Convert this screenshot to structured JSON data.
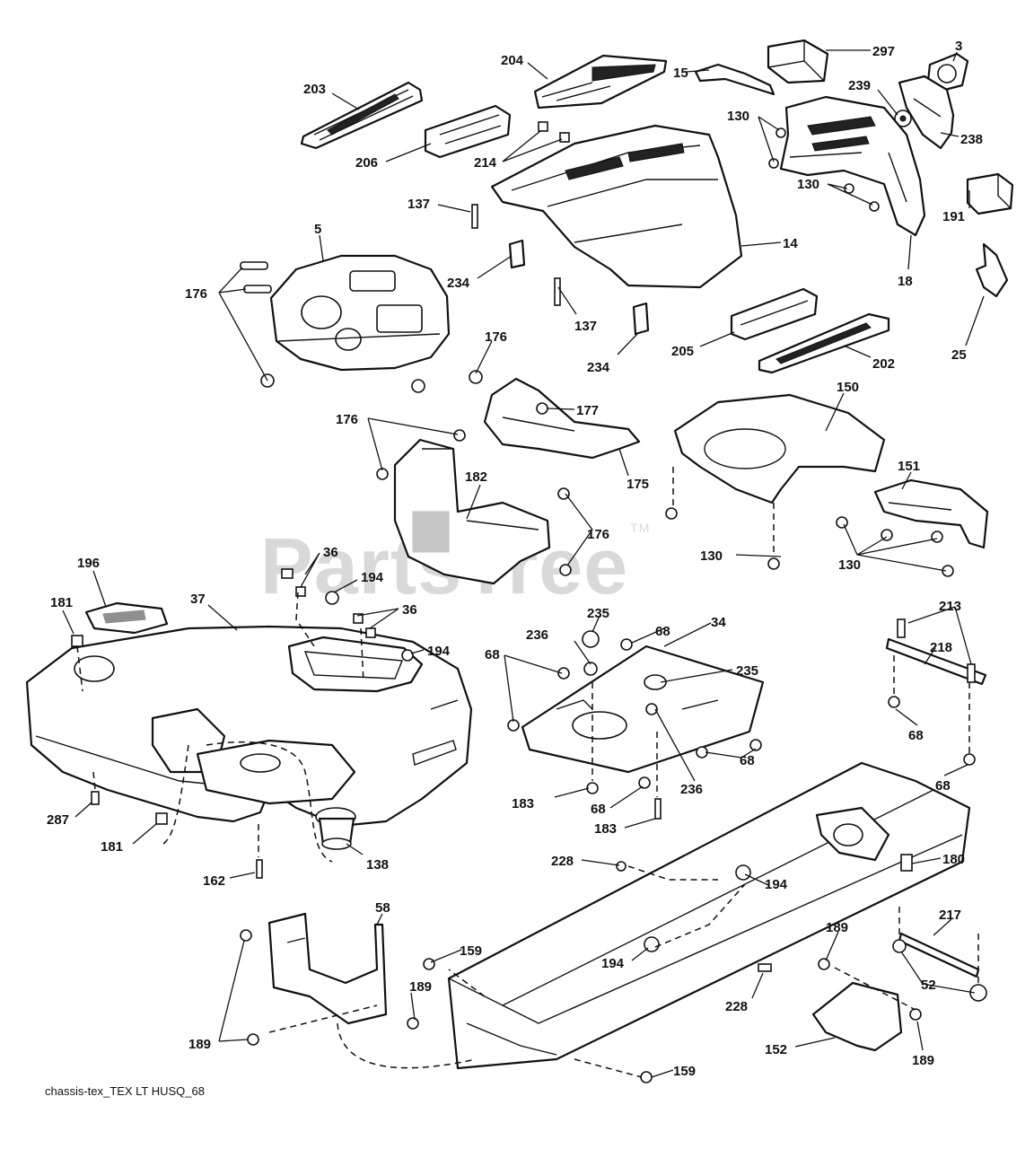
{
  "watermark": {
    "text": "PartsTree",
    "mark": "TM"
  },
  "caption": "chassis-tex_TEX LT HUSQ_68",
  "callouts": [
    "297",
    "3",
    "204",
    "15",
    "239",
    "203",
    "130",
    "238",
    "206",
    "214",
    "137",
    "130",
    "191",
    "5",
    "14",
    "176",
    "234",
    "137",
    "18",
    "176",
    "234",
    "205",
    "202",
    "25",
    "176",
    "177",
    "150",
    "175",
    "182",
    "151",
    "176",
    "130",
    "130",
    "196",
    "36",
    "194",
    "37",
    "36",
    "181",
    "235",
    "68",
    "34",
    "236",
    "194",
    "68",
    "235",
    "213",
    "218",
    "68",
    "236",
    "183",
    "68",
    "68",
    "287",
    "68",
    "183",
    "181",
    "138",
    "162",
    "228",
    "180",
    "194",
    "217",
    "58",
    "159",
    "189",
    "194",
    "189",
    "52",
    "189",
    "228",
    "189",
    "152",
    "159",
    "189"
  ]
}
